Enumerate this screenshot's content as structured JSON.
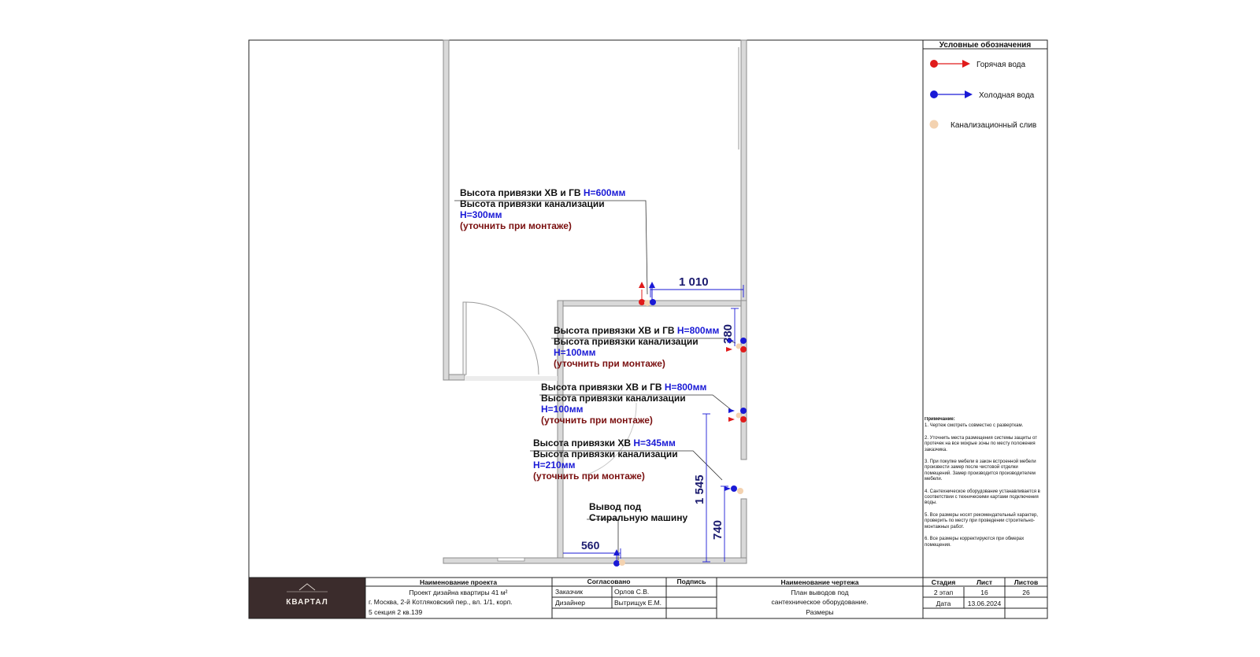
{
  "legend": {
    "title": "Условные обозначения",
    "hot": "Горячая вода",
    "cold": "Холодная вода",
    "sewer": "Канализационный слив"
  },
  "colors": {
    "hot": "#e01b1b",
    "cold": "#1a1ad6",
    "sewer": "#f3d2b0",
    "wall": "#9c9c9c",
    "note_dark": "#7a1010",
    "logo_bg": "#3b2c2c"
  },
  "notes": {
    "title": "Примечание:",
    "items": [
      "1. Чертеж смотреть совместно с разверткам.",
      "2. Уточнить места размещения системы защиты от протечек на все мокрые зоны по месту положения заказчика.",
      "3. При покупке мебели в закон встроенной мебели произвести замер после чистовой отделки помещений. Замер производится производителем мебели.",
      "4. Сантехническое оборудование устанавливается в соответствии с техническими картами подключения воды.",
      "5. Все размеры носят рекомендательный характер, проверить по месту при проведении строительно-монтажных работ.",
      "6. Все размеры корректируются при обмерах помещения."
    ]
  },
  "callouts": [
    {
      "l1": "Высота привязки ХВ и ГВ ",
      "l1v": "H=600мм",
      "l2": "Высота привязки канализации",
      "l3": "H=300мм",
      "l4": "(уточнить при монтаже)"
    },
    {
      "l1": "Высота привязки ХВ и ГВ ",
      "l1v": "H=800мм",
      "l2": "Высота привязки канализации",
      "l3": "H=100мм",
      "l4": "(уточнить при монтаже)"
    },
    {
      "l1": "Высота привязки ХВ и ГВ ",
      "l1v": "H=800мм",
      "l2": "Высота привязки канализации",
      "l3": "H=100мм",
      "l4": "(уточнить при монтаже)"
    },
    {
      "l1": "Высота привязки ХВ ",
      "l1v": "H=345мм",
      "l2": "Высота привязки канализации",
      "l3": "H=210мм",
      "l4": "(уточнить при монтаже)"
    }
  ],
  "washer": {
    "l1": "Вывод под",
    "l2": "Стиральную машину"
  },
  "dims": {
    "d1010": "1 010",
    "d380": "380",
    "d1545": "1 545",
    "d740": "740",
    "d560": "560"
  },
  "title_block": {
    "logo": "КВАРТАЛ",
    "project_header": "Наименование проекта",
    "project_l1": "Проект дизайна квартиры 41 м²",
    "project_l2": "г. Москва, 2-й Котляковский пер., вл. 1/1, корп.",
    "project_l3": "5 секция 2 кв.139",
    "agreed_header": "Согласовано",
    "sign_header": "Подпись",
    "role1": "Заказчик",
    "name1": "Орлов С.В.",
    "role2": "Дизайнер",
    "name2": "Вытрищук Е.М.",
    "drawing_header": "Наименование чертежа",
    "drawing_l1": "План выводов под",
    "drawing_l2": "сантехническое оборудование.",
    "drawing_l3": "Размеры",
    "stage_header": "Стадия",
    "sheet_header": "Лист",
    "sheets_header": "Листов",
    "stage": "2 этап",
    "sheet": "16",
    "sheets": "26",
    "date_label": "Дата",
    "date": "13.06.2024"
  }
}
